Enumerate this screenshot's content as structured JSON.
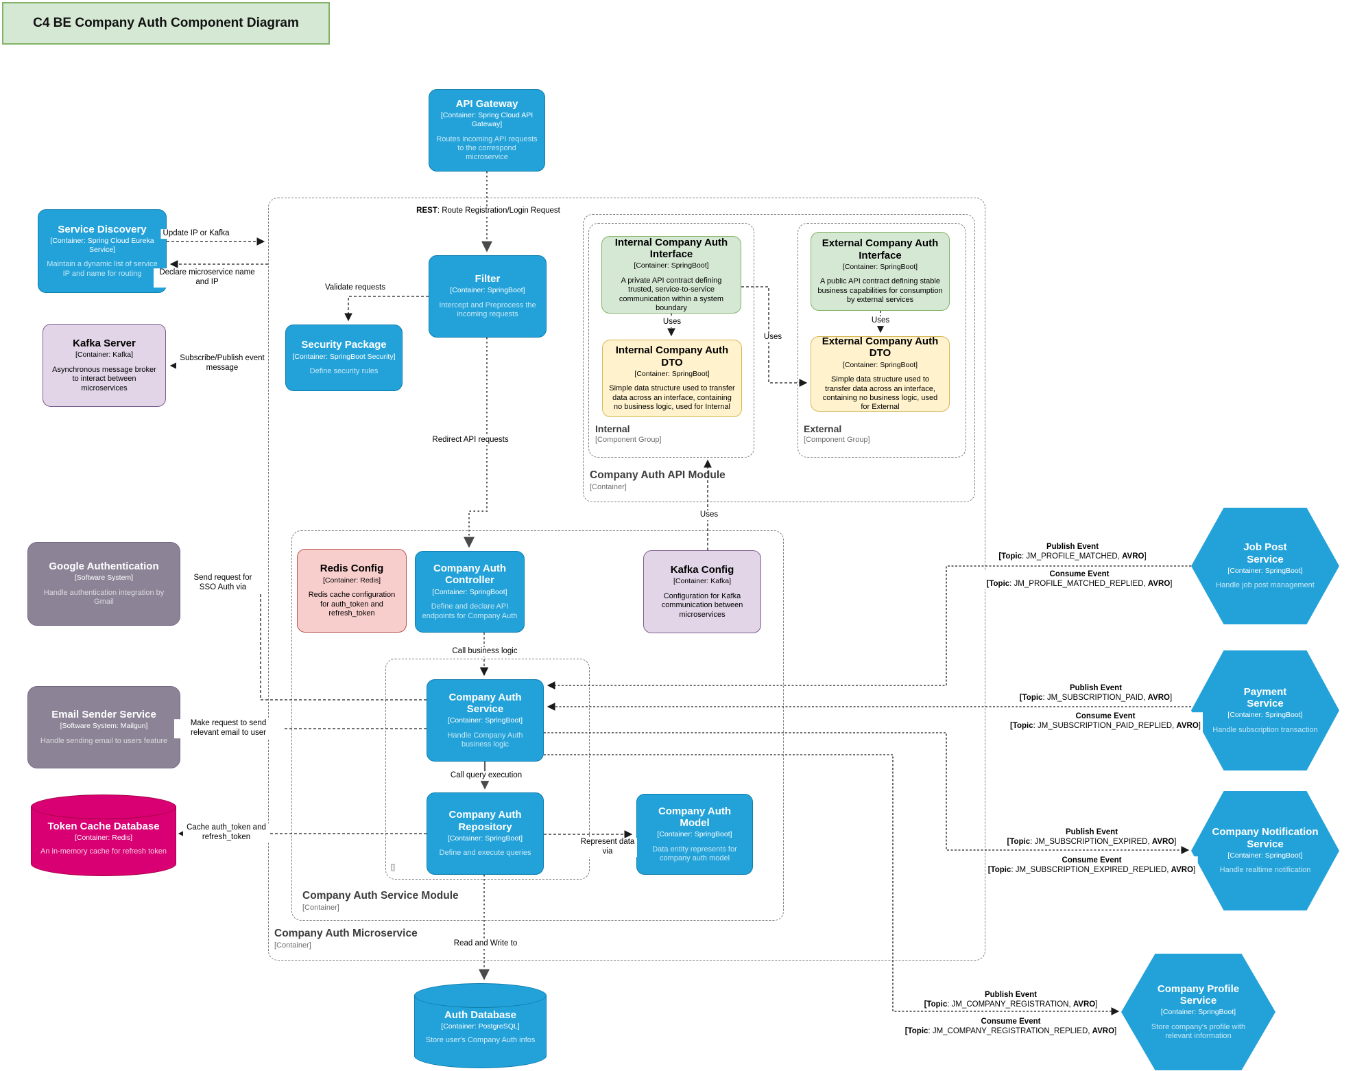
{
  "title": "C4 BE Company Auth Component Diagram",
  "colors": {
    "node_blue": "#23a2d9",
    "node_blue_border": "#0e7dad",
    "green": "#d5e8d4",
    "green_border": "#82b366",
    "yellow": "#fff2cc",
    "yellow_border": "#d6b656",
    "red": "#f8cecc",
    "red_border": "#b85450",
    "lavender": "#e1d5e7",
    "lavender_border": "#7d5f8d",
    "gray": "#8c8496",
    "gray_border": "#736782",
    "magenta": "#d80073",
    "magenta_border": "#a50040",
    "title_bg": "#d5e8d4",
    "title_border": "#82b366"
  },
  "nodes": {
    "api_gateway": {
      "title": "API Gateway",
      "type": "[Container: Spring Cloud API Gateway]",
      "desc": "Routes incoming API requests to the correspond microservice"
    },
    "service_discovery": {
      "title": "Service Discovery",
      "type": "[Container: Spring Cloud Eureka Service]",
      "desc": "Maintain a dynamic list of service IP and name for routing"
    },
    "kafka_server": {
      "title": "Kafka Server",
      "type": "[Container: Kafka]",
      "desc": "Asynchronous message broker to interact between microservices"
    },
    "filter": {
      "title": "Filter",
      "type": "[Container: SpringBoot]",
      "desc": "Intercept and Preprocess the incoming requests"
    },
    "security_package": {
      "title": "Security Package",
      "type": "[Container: SpringBoot Security]",
      "desc": "Define security rules"
    },
    "internal_interface": {
      "title": "Internal Company Auth Interface",
      "type": "[Container: SpringBoot]",
      "desc": "A private API contract defining trusted, service-to-service communication within a system boundary"
    },
    "internal_dto": {
      "title": "Internal Company Auth DTO",
      "type": "[Container: SpringBoot]",
      "desc": "Simple data structure used to transfer data across an interface, containing no business logic, used for Internal"
    },
    "external_interface": {
      "title": "External Company Auth Interface",
      "type": "[Container: SpringBoot]",
      "desc": "A public API contract defining stable business capabilities for consumption by external services"
    },
    "external_dto": {
      "title": "External Company Auth DTO",
      "type": "[Container: SpringBoot]",
      "desc": "Simple data structure used to transfer data across an interface, containing no business logic, used for External"
    },
    "google_auth": {
      "title": "Google Authentication",
      "type": "[Software System]",
      "desc": "Handle authentication integration by Gmail"
    },
    "email_sender": {
      "title": "Email Sender Service",
      "type": "[Software System: Mailgun]",
      "desc": "Handle sending email to users feature"
    },
    "token_cache": {
      "title": "Token Cache Database",
      "type": "[Container: Redis]",
      "desc": "An in-memory cache for refresh token"
    },
    "redis_config": {
      "title": "Redis Config",
      "type": "[Container: Redis]",
      "desc": "Redis cache configuration for auth_token and refresh_token"
    },
    "controller": {
      "title": "Company Auth Controller",
      "type": "[Container: SpringBoot]",
      "desc": "Define and declare API endpoints for Company Auth"
    },
    "kafka_config": {
      "title": "Kafka Config",
      "type": "[Container: Kafka]",
      "desc": "Configuration for Kafka communication between microservices"
    },
    "service": {
      "title": "Company Auth Service",
      "type": "[Container: SpringBoot]",
      "desc": "Handle Company Auth business logic"
    },
    "repository": {
      "title": "Company Auth Repository",
      "type": "[Container: SpringBoot]",
      "desc": "Define and execute queries"
    },
    "model": {
      "title": "Company Auth Model",
      "type": "[Container: SpringBoot]",
      "desc": "Data entity represents for company auth model"
    },
    "auth_db": {
      "title": "Auth Database",
      "type": "[Container: PostgreSQL]",
      "desc": "Store user's Company Auth infos"
    },
    "job_post": {
      "title": "Job Post Service",
      "type": "[Container: SpringBoot]",
      "desc": "Handle job post management"
    },
    "payment": {
      "title": "Payment Service",
      "type": "[Container: SpringBoot]",
      "desc": "Handle subscription transaction"
    },
    "notification": {
      "title": "Company Notification Service",
      "type": "[Container: SpringBoot]",
      "desc": "Handle realtime notification"
    },
    "profile": {
      "title": "Company Profile Service",
      "type": "[Container: SpringBoot]",
      "desc": "Store company's profile with relevant information"
    }
  },
  "groups": {
    "microservice": {
      "title": "Company Auth Microservice",
      "type": "[Container]"
    },
    "api_module": {
      "title": "Company Auth API Module",
      "type": "[Container]"
    },
    "internal": {
      "title": "Internal",
      "type": "[Component Group]"
    },
    "external": {
      "title": "External",
      "type": "[Component Group]"
    },
    "service_module": {
      "title": "Company Auth Service Module",
      "type": "[Container]"
    },
    "inner": {
      "title": "[]"
    }
  },
  "edges": {
    "rest_b": "REST",
    "rest_t": ": Route Registration/Login Request",
    "update_ip": "Update IP or Kafka",
    "declare": "Declare microservice name and IP",
    "subscribe": "Subscribe/Publish event message",
    "validate": "Validate requests",
    "redirect": "Redirect API requests",
    "uses": "Uses",
    "call_business": "Call business logic",
    "call_query": "Call query execution",
    "read_write": "Read and Write to",
    "represent": "Represent data via",
    "sso": "Send request for SSO Auth via",
    "email": "Make request to send relevant email to user",
    "cache": "Cache auth_token and refresh_token"
  },
  "events": {
    "job_post": {
      "publish": "Publish Event",
      "pub_b1": "[Topic",
      "pub_mid": ": JM_PROFILE_MATCHED, ",
      "pub_b2": "AVRO",
      "consume": "Consume Event",
      "con_b1": "[Topic",
      "con_mid": ": JM_PROFILE_MATCHED_REPLIED, ",
      "con_b2": "AVRO",
      "close": "]"
    },
    "payment": {
      "publish": "Publish Event",
      "pub_b1": "[Topic",
      "pub_mid": ": JM_SUBSCRIPTION_PAID, ",
      "pub_b2": "AVRO",
      "consume": "Consume Event",
      "con_b1": "[Topic",
      "con_mid": ": JM_SUBSCRIPTION_PAID_REPLIED, ",
      "con_b2": "AVRO",
      "close": "]"
    },
    "notification": {
      "publish": "Publish Event",
      "pub_b1": "[Topic",
      "pub_mid": ": JM_SUBSCRIPTION_EXPIRED, ",
      "pub_b2": "AVRO",
      "consume": "Consume Event",
      "con_b1": "[Topic",
      "con_mid": ": JM_SUBSCRIPTION_EXPIRED_REPLIED, ",
      "con_b2": "AVRO",
      "close": "]"
    },
    "profile": {
      "publish": "Publish Event",
      "pub_b1": "[Topic",
      "pub_mid": ": JM_COMPANY_REGISTRATION, ",
      "pub_b2": "AVRO",
      "consume": "Consume Event",
      "con_b1": "[Topic",
      "con_mid": ": JM_COMPANY_REGISTRATION_REPLIED, ",
      "con_b2": "AVRO",
      "close": "]"
    }
  }
}
